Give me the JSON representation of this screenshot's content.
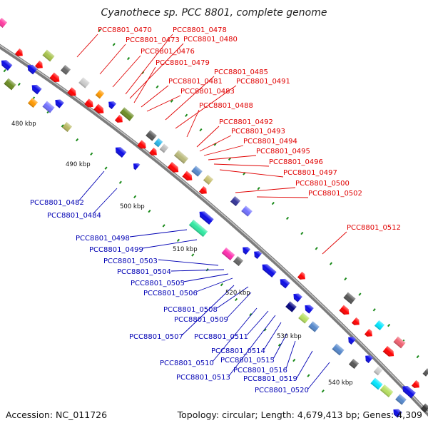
{
  "title": "Cyanothece sp. PCC 8801, complete genome",
  "footer": {
    "accession": "Accession: NC_011726",
    "summary": "Topology: circular; Length: 4,679,413 bp; Genes: 4,309"
  },
  "scale": {
    "ticks": [
      "480 kbp",
      "490 kbp",
      "500 kbp",
      "510 kbp",
      "520 kbp",
      "530 kbp",
      "540 kbp"
    ]
  },
  "genes_forward": [
    "PCC8801_0470",
    "PCC8801_0473",
    "PCC8801_0476",
    "PCC8801_0478",
    "PCC8801_0480",
    "PCC8801_0479",
    "PCC8801_0485",
    "PCC8801_0481",
    "PCC8801_0491",
    "PCC8801_0483",
    "PCC8801_0488",
    "PCC8801_0492",
    "PCC8801_0493",
    "PCC8801_0494",
    "PCC8801_0495",
    "PCC8801_0496",
    "PCC8801_0497",
    "PCC8801_0500",
    "PCC8801_0502",
    "PCC8801_0512"
  ],
  "genes_reverse": [
    "PCC8801_0482",
    "PCC8801_0484",
    "PCC8801_0498",
    "PCC8801_0499",
    "PCC8801_0503",
    "PCC8801_0504",
    "PCC8801_0505",
    "PCC8801_0506",
    "PCC8801_0508",
    "PCC8801_0509",
    "PCC8801_0507",
    "PCC8801_0511",
    "PCC8801_0514",
    "PCC8801_0515",
    "PCC8801_0510",
    "PCC8801_0516",
    "PCC8801_0513",
    "PCC8801_0519",
    "PCC8801_0520"
  ],
  "colors": {
    "forward_label": "#e00000",
    "reverse_label": "#0000b4",
    "backbone": "#8c8c8c",
    "cds_blue": "#0a0ae6",
    "cds_red": "#ff0000",
    "gc_tick": "#1a8a1a"
  }
}
